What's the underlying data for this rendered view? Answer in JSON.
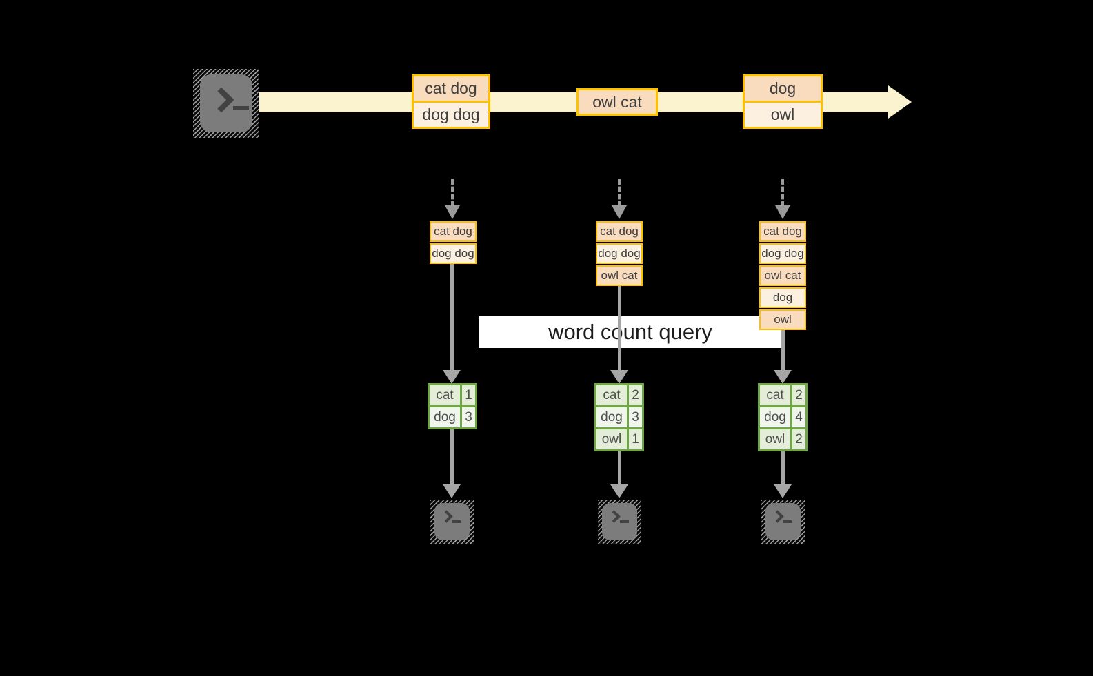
{
  "palette": {
    "background": "#000000",
    "stream_band": "#FBF2D0",
    "event_box_border": "#FFC000",
    "event_fill_dark": "#F9DCBE",
    "event_fill_light": "#FCF1E1",
    "result_table_border": "#6FA747",
    "result_fill_dark": "#E3EDD7",
    "result_fill_light": "#F1F6EC",
    "arrow_gray": "#A6A6A6",
    "query_box_background": "#FFFFFF",
    "text_dark": "#3F3F3F",
    "terminal_gray": "#7C7C7C"
  },
  "icons": {
    "source": "terminal-icon",
    "sinks": [
      "terminal-icon",
      "terminal-icon",
      "terminal-icon"
    ]
  },
  "stream": {
    "events": [
      {
        "lines": [
          "cat dog",
          "dog dog"
        ]
      },
      {
        "lines": [
          "owl cat"
        ]
      },
      {
        "lines": [
          "dog",
          "owl"
        ]
      }
    ]
  },
  "query": {
    "label": "word count query"
  },
  "columns": [
    {
      "state": [
        "cat dog",
        "dog dog"
      ],
      "result": [
        {
          "word": "cat",
          "count": "1"
        },
        {
          "word": "dog",
          "count": "3"
        }
      ]
    },
    {
      "state": [
        "cat dog",
        "dog dog",
        "owl cat"
      ],
      "result": [
        {
          "word": "cat",
          "count": "2"
        },
        {
          "word": "dog",
          "count": "3"
        },
        {
          "word": "owl",
          "count": "1"
        }
      ]
    },
    {
      "state": [
        "cat dog",
        "dog dog",
        "owl cat",
        "dog",
        "owl"
      ],
      "result": [
        {
          "word": "cat",
          "count": "2"
        },
        {
          "word": "dog",
          "count": "4"
        },
        {
          "word": "owl",
          "count": "2"
        }
      ]
    }
  ]
}
